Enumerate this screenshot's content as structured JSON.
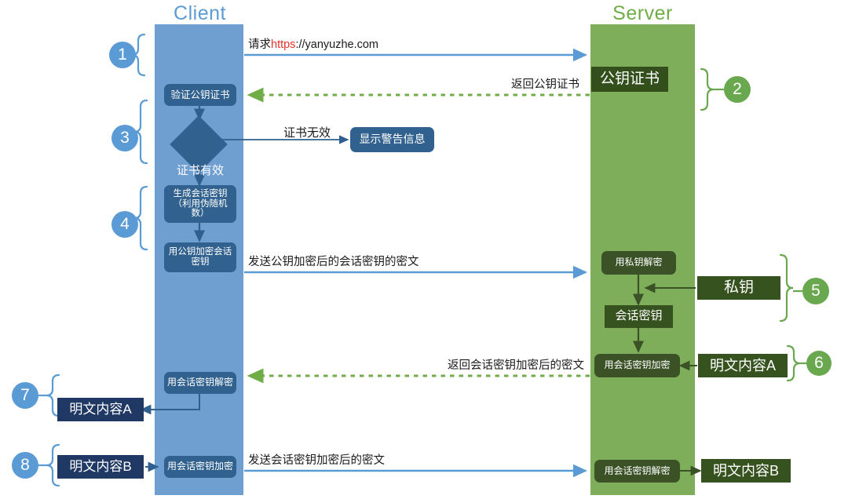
{
  "diagram": {
    "title_client": "Client",
    "title_server": "Server",
    "colors": {
      "client_lane": "#6f9fd0",
      "server_lane": "#7fae5a",
      "client_title": "#5b9bd5",
      "server_title": "#70ad47",
      "client_node": "#31618e",
      "server_node": "#3a5226",
      "client_badge": "#5b9bd5",
      "server_badge": "#6aa84f",
      "plaintext_client_box": "#1f3864",
      "plaintext_server_box": "#36521f",
      "solid_arrow": "#5b9bd5",
      "dotted_arrow": "#70ad47",
      "internal_arrow_client": "#2f5f8f",
      "internal_arrow_server": "#3a5226",
      "brace_client": "#5b9bd5",
      "brace_server": "#6aa84f",
      "https_red": "#e8332a"
    },
    "badges": [
      {
        "n": "1",
        "side": "client"
      },
      {
        "n": "2",
        "side": "server"
      },
      {
        "n": "3",
        "side": "client"
      },
      {
        "n": "4",
        "side": "client"
      },
      {
        "n": "5",
        "side": "server"
      },
      {
        "n": "6",
        "side": "server"
      },
      {
        "n": "7",
        "side": "client"
      },
      {
        "n": "8",
        "side": "client"
      }
    ],
    "client_nodes": [
      {
        "id": "verify-cert",
        "label": "验证公钥证书"
      },
      {
        "id": "cert-valid",
        "label": "证书有效"
      },
      {
        "id": "gen-session-key",
        "label": "生成会话密钥\n（利用伪随机数）"
      },
      {
        "id": "encrypt-session-key",
        "label": "用公钥加密会话密钥"
      },
      {
        "id": "show-warning",
        "label": "显示警告信息"
      },
      {
        "id": "client-decrypt",
        "label": "用会话密钥解密"
      },
      {
        "id": "client-encrypt",
        "label": "用会话密钥加密"
      },
      {
        "id": "plaintext-a-client",
        "label": "明文内容A"
      },
      {
        "id": "plaintext-b-client",
        "label": "明文内容B"
      }
    ],
    "server_nodes": [
      {
        "id": "public-key-cert",
        "label": "公钥证书"
      },
      {
        "id": "decrypt-private-key",
        "label": "用私钥解密"
      },
      {
        "id": "private-key",
        "label": "私钥"
      },
      {
        "id": "session-key",
        "label": "会话密钥"
      },
      {
        "id": "server-encrypt",
        "label": "用会话密钥加密"
      },
      {
        "id": "plaintext-a-server",
        "label": "明文内容A"
      },
      {
        "id": "server-decrypt",
        "label": "用会话密钥解密"
      },
      {
        "id": "plaintext-b-server",
        "label": "明文内容B"
      }
    ],
    "flows": [
      {
        "id": "request-https",
        "prefix": "请求",
        "highlight": "https",
        "suffix": "://yanyuzhe.com",
        "direction": "client-to-server",
        "style": "solid"
      },
      {
        "id": "return-cert",
        "label": "返回公钥证书",
        "direction": "server-to-client",
        "style": "dotted"
      },
      {
        "id": "cert-invalid",
        "label": "证书无效",
        "direction": "client-internal",
        "style": "solid"
      },
      {
        "id": "send-encrypted-session-key",
        "label": "发送公钥加密后的会话密钥的密文",
        "direction": "client-to-server",
        "style": "solid"
      },
      {
        "id": "return-session-encrypted",
        "label": "返回会话密钥加密后的密文",
        "direction": "server-to-client",
        "style": "dotted"
      },
      {
        "id": "send-session-encrypted",
        "label": "发送会话密钥加密后的密文",
        "direction": "client-to-server",
        "style": "solid"
      }
    ]
  }
}
